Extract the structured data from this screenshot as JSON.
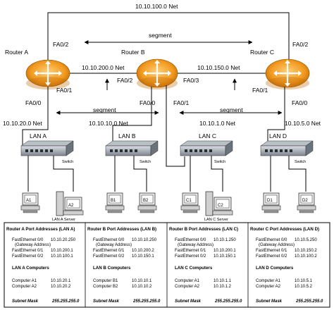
{
  "top_net": "10.10.100.0 Net",
  "segment_top": "segment",
  "segment_left": "segment",
  "segment_right": "segment",
  "routers": [
    {
      "label": "Router A",
      "port_top": "FA0/2",
      "port_right": "FA0/1",
      "port_bottom": "FA0/0"
    },
    {
      "label": "Router B",
      "port_left": "FA0/2",
      "port_right": "FA0/3",
      "port_bottom": "FA0/0",
      "port_bottom_right": "FA0/1"
    },
    {
      "label": "Router C",
      "port_top": "FA0/2",
      "port_left": "FA0/1",
      "port_bottom": "FA0/0"
    }
  ],
  "nets": {
    "ab": "10.10.200.0 Net",
    "bc": "10.10.150.0 Net",
    "lan_a": "10.10.20.0 Net",
    "lan_b": "10.10.10.0 Net",
    "lan_c": "10.10.1.0 Net",
    "lan_d": "10.10.5.0 Net"
  },
  "lans": [
    {
      "label": "LAN A",
      "switch": "Switch",
      "computers": [
        "A1",
        "A2"
      ],
      "server": "LAN A Server"
    },
    {
      "label": "LAN B",
      "switch": "Switch",
      "computers": [
        "B1",
        "B2"
      ],
      "server": ""
    },
    {
      "label": "LAN C",
      "switch": "Switch",
      "computers": [
        "C1",
        "C2"
      ],
      "server": "LAN C Server"
    },
    {
      "label": "LAN D",
      "switch": "Switch",
      "computers": [
        "D1",
        "D2"
      ],
      "server": ""
    }
  ],
  "tables": [
    {
      "title": "Router A  Port Addresses (LAN A)",
      "ports": [
        {
          "name": "FastEthernet 0/0",
          "note": "(Gateway Address)",
          "ip": "10.10.20.250"
        },
        {
          "name": "FastEthernet 0/1",
          "note": "",
          "ip": "10.10.200.1"
        },
        {
          "name": "FastEthernet 0/2",
          "note": "",
          "ip": "10.10.100.1"
        }
      ],
      "computers_title": "LAN A Computers",
      "computers": [
        {
          "name": "Computer A1",
          "ip": "10.10.20.1"
        },
        {
          "name": "Computer A2",
          "ip": "10.10.20.2"
        }
      ],
      "mask_label": "Subnet Mask",
      "mask": "255.255.255.0"
    },
    {
      "title": "Router B  Port Addresses (LAN B)",
      "ports": [
        {
          "name": "FastEthernet 0/0",
          "note": "(Gateway Address)",
          "ip": "10.10.10.250"
        },
        {
          "name": "FastEthernet 0/1",
          "note": "",
          "ip": "10.10.200.2"
        },
        {
          "name": "FastEthernet 0/2",
          "note": "",
          "ip": "10.10.150.1"
        }
      ],
      "computers_title": "LAN B Computers",
      "computers": [
        {
          "name": "Computer B1",
          "ip": "10.10.10.1"
        },
        {
          "name": "Computer B2",
          "ip": "10.10.10.2"
        }
      ],
      "mask_label": "Subnet Mask",
      "mask": "255.255.255.0"
    },
    {
      "title": "Router B  Port Addresses (LAN C)",
      "ports": [
        {
          "name": "FastEthernet 0/0",
          "note": "(Gateway Address)",
          "ip": "10.10.1.250"
        },
        {
          "name": "FastEthernet 0/1",
          "note": "",
          "ip": "10.10.200.1"
        },
        {
          "name": "FastEthernet 0/2",
          "note": "",
          "ip": "10.10.150.1"
        }
      ],
      "computers_title": "LAN C Computers",
      "computers": [
        {
          "name": "Computer A1",
          "ip": "10.10.1.1"
        },
        {
          "name": "Computer A2",
          "ip": "10.10.1.2"
        }
      ],
      "mask_label": "Subnet Mask",
      "mask": "255.255.255.0"
    },
    {
      "title": "Router C  Port Addresses (LAN D)",
      "ports": [
        {
          "name": "FastEthernet 0/0",
          "note": "(Gateway Address)",
          "ip": "10.10.5.250"
        },
        {
          "name": "FastEthernet 0/1",
          "note": "",
          "ip": "10.10.150.2"
        },
        {
          "name": "FastEthernet 0/2",
          "note": "",
          "ip": "10.10.100.2"
        }
      ],
      "computers_title": "LAN D Computers",
      "computers": [
        {
          "name": "Computer A1",
          "ip": "10.10.5.1"
        },
        {
          "name": "Computer A2",
          "ip": "10.10.5.2"
        }
      ],
      "mask_label": "Subnet Mask",
      "mask": "255.255.255.0"
    }
  ]
}
